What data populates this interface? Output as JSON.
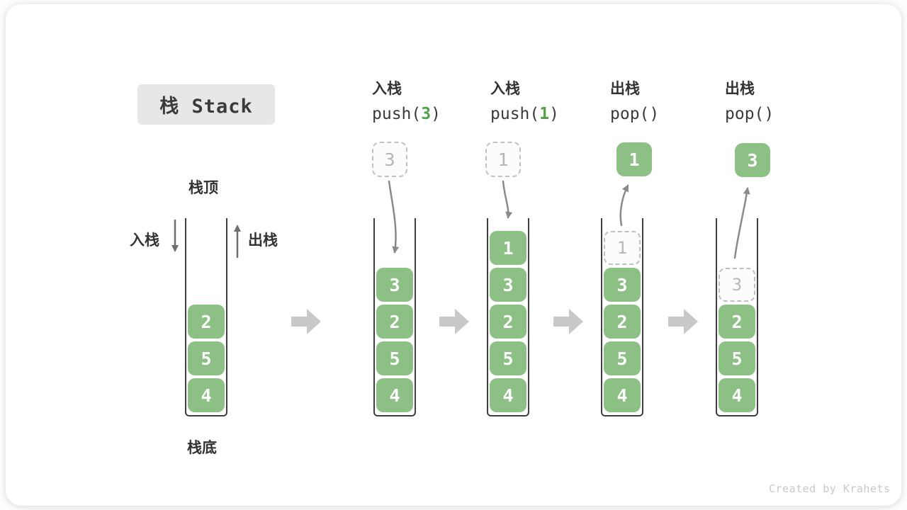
{
  "title": "栈 Stack",
  "side_labels": {
    "stack_top": "栈顶",
    "stack_bottom": "栈底",
    "push_label": "入栈",
    "pop_label": "出栈"
  },
  "watermark": "Created by Krahets",
  "colors": {
    "box_green": "#8CC084",
    "code_arg_green": "#52A04A",
    "container_border": "#3F3F3F",
    "ghost_border": "#C0C0C0",
    "curved_arrow": "#8A8A8A",
    "straight_arrow": "#6E6E6E",
    "block_arrow": "#C8C8C8",
    "title_bg": "#E7E7E7"
  },
  "columns": [
    {
      "name": "initial",
      "items": [
        {
          "value": "2"
        },
        {
          "value": "5"
        },
        {
          "value": "4"
        }
      ]
    },
    {
      "name": "push-3",
      "header": {
        "label": "入栈",
        "code_pre": "push(",
        "code_arg": "3",
        "code_post": ")"
      },
      "floating": {
        "value": "3",
        "style": "ghost"
      },
      "items": [
        {
          "value": "3"
        },
        {
          "value": "2"
        },
        {
          "value": "5"
        },
        {
          "value": "4"
        }
      ]
    },
    {
      "name": "push-1",
      "header": {
        "label": "入栈",
        "code_pre": "push(",
        "code_arg": "1",
        "code_post": ")"
      },
      "floating": {
        "value": "1",
        "style": "ghost"
      },
      "items": [
        {
          "value": "1"
        },
        {
          "value": "3"
        },
        {
          "value": "2"
        },
        {
          "value": "5"
        },
        {
          "value": "4"
        }
      ]
    },
    {
      "name": "pop-1",
      "header": {
        "label": "出栈",
        "code_pre": "pop(",
        "code_arg": "",
        "code_post": ")"
      },
      "floating": {
        "value": "1",
        "style": "solid"
      },
      "items": [
        {
          "value": "1",
          "ghost": true
        },
        {
          "value": "3"
        },
        {
          "value": "2"
        },
        {
          "value": "5"
        },
        {
          "value": "4"
        }
      ]
    },
    {
      "name": "pop-3",
      "header": {
        "label": "出栈",
        "code_pre": "pop(",
        "code_arg": "",
        "code_post": ")"
      },
      "floating": {
        "value": "3",
        "style": "solid"
      },
      "items": [
        {
          "value": "3",
          "ghost": true
        },
        {
          "value": "2"
        },
        {
          "value": "5"
        },
        {
          "value": "4"
        }
      ]
    }
  ]
}
